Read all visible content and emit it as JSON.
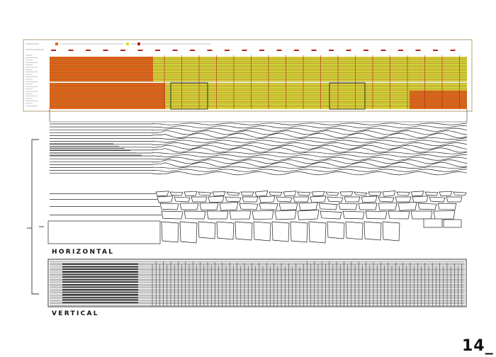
{
  "labels": {
    "horizontal": "HORIZONTAL",
    "vertical": "VERTICAL",
    "page_number": "14_"
  },
  "colors": {
    "orange": "#e0691c",
    "yellow": "#d6d63a",
    "red_line": "#b22222",
    "frame": "#a08a55",
    "ink": "#111111"
  },
  "icons": {
    "legend_swatch": "square-swatch-icon"
  }
}
